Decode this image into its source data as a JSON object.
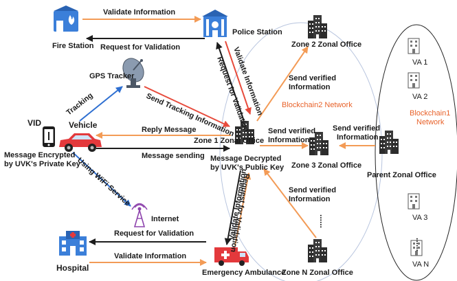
{
  "nodes": {
    "fire_station": "Fire Station",
    "police_station": "Police Station",
    "gps_tracker": "GPS Tracker",
    "vid": "VID",
    "vehicle": "Vehicle",
    "vehicle_caption_1": "Message Encrypted",
    "vehicle_caption_2": "by UVK's Private Key",
    "internet": "Internet",
    "hospital": "Hospital",
    "ambulance": "Emergency Ambulance",
    "zone1": "Zone 1 Zonal Office",
    "zone1_caption_1": "Message Decrypted",
    "zone1_caption_2": "by UVK's Public Key",
    "zone2": "Zone 2 Zonal Office",
    "zone3": "Zone 3 Zonal Office",
    "zoneN": "Zone N Zonal Office",
    "parent": "Parent Zonal Office",
    "va1": "VA 1",
    "va2": "VA 2",
    "va3": "VA 3",
    "vaN": "VA N"
  },
  "networks": {
    "bc2": "Blockchain2 Network",
    "bc1_line1": "Blockchain1",
    "bc1_line2": "Network"
  },
  "edges": {
    "validate_info": "Validate Information",
    "request_validation": "Request for Validation",
    "tracking": "Tracking",
    "send_tracking": "Send Tracking Information",
    "reply_message": "Reply Message",
    "message_sending": "Message sending",
    "wifi": "Using WiFi Service",
    "send_verified_1": "Send verified",
    "send_verified_2": "Information",
    "ellipsis": "......"
  },
  "colors": {
    "orange": "#f39b56",
    "red_arrow": "#e74b3c",
    "blue": "#2e6fd1",
    "dark": "#1d1d1d",
    "network_label": "#e8622a",
    "building": "#2c2c2c",
    "blue_icon": "#3b7fd9"
  }
}
